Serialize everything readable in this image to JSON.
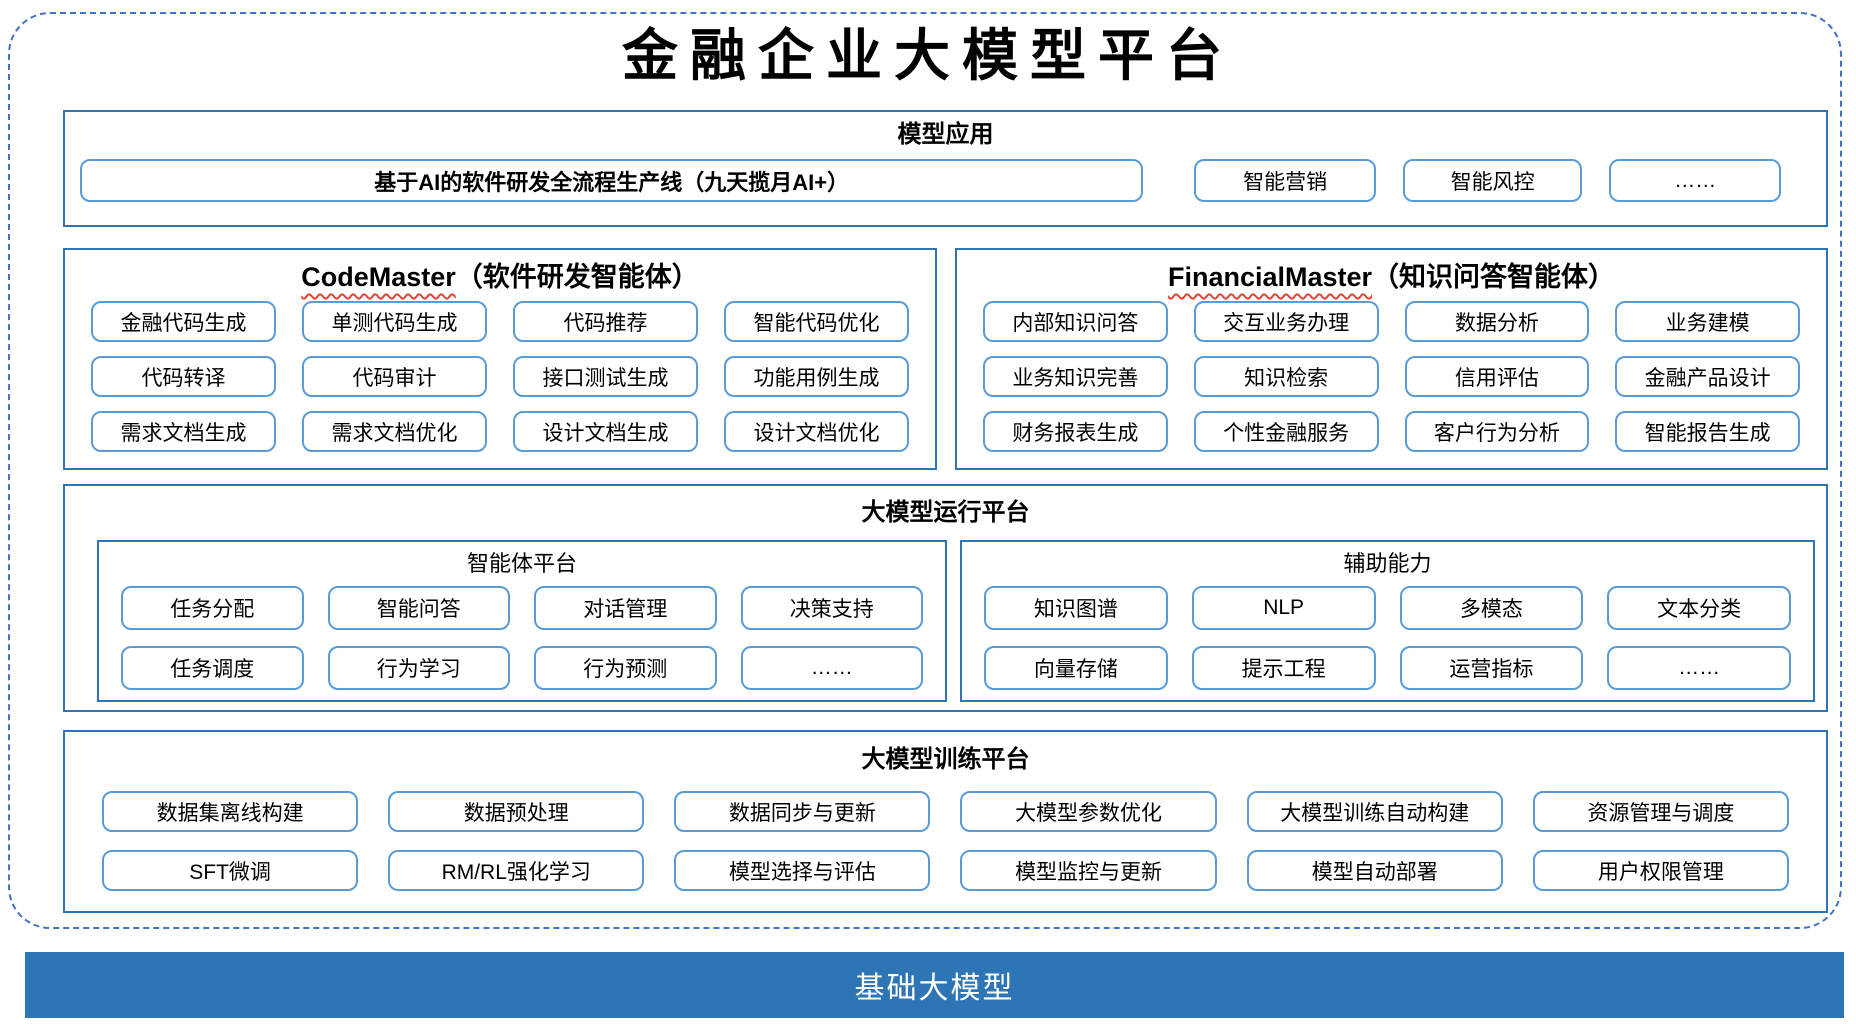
{
  "title": "金融企业大模型平台",
  "colors": {
    "section_border": "#2E75B6",
    "item_border": "#5B9BD5",
    "outer_dashed_border": "#4472C4",
    "foundation_bar_bg": "#2E75B6",
    "spellcheck_squiggle": "#E8442E"
  },
  "model_applications": {
    "header": "模型应用",
    "main_item": "基于AI的软件研发全流程生产线（九天揽月AI+）",
    "items": [
      "智能营销",
      "智能风控",
      "……"
    ]
  },
  "code_master": {
    "name": "CodeMaster",
    "subtitle": "（软件研发智能体）",
    "items": [
      "金融代码生成",
      "单测代码生成",
      "代码推荐",
      "智能代码优化",
      "代码转译",
      "代码审计",
      "接口测试生成",
      "功能用例生成",
      "需求文档生成",
      "需求文档优化",
      "设计文档生成",
      "设计文档优化"
    ]
  },
  "financial_master": {
    "name": "FinancialMaster",
    "subtitle": "（知识问答智能体）",
    "items": [
      "内部知识问答",
      "交互业务办理",
      "数据分析",
      "业务建模",
      "业务知识完善",
      "知识检索",
      "信用评估",
      "金融产品设计",
      "财务报表生成",
      "个性金融服务",
      "客户行为分析",
      "智能报告生成"
    ]
  },
  "runtime_platform": {
    "header": "大模型运行平台",
    "agent_platform": {
      "name": "智能体平台",
      "items": [
        "任务分配",
        "智能问答",
        "对话管理",
        "决策支持",
        "任务调度",
        "行为学习",
        "行为预测",
        "……"
      ]
    },
    "auxiliary_capabilities": {
      "name": "辅助能力",
      "items": [
        "知识图谱",
        "NLP",
        "多模态",
        "文本分类",
        "向量存储",
        "提示工程",
        "运营指标",
        "……"
      ]
    }
  },
  "training_platform": {
    "header": "大模型训练平台",
    "items": [
      "数据集离线构建",
      "数据预处理",
      "数据同步与更新",
      "大模型参数优化",
      "大模型训练自动构建",
      "资源管理与调度",
      "SFT微调",
      "RM/RL强化学习",
      "模型选择与评估",
      "模型监控与更新",
      "模型自动部署",
      "用户权限管理"
    ]
  },
  "foundation": {
    "label": "基础大模型"
  }
}
